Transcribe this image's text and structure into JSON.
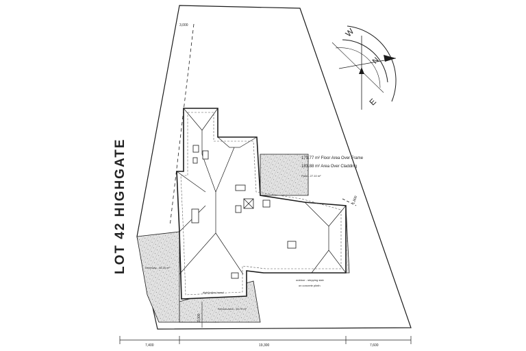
{
  "street_label": "LOT 42 HIGHGATE",
  "areas": {
    "floor_area_frame": "179.77 m² Floor Area Over Frame",
    "area_cladding": "183.88 m² Area Over Cladding",
    "patio": "Patio - 27.10 m²",
    "driveway": "Driveway - 46.20 m²",
    "service_area": "Service Area - 35.70 m²",
    "distribution_board": "distribution board",
    "concrete_note_1": "outdoor - stepping slab",
    "concrete_note_2": "on concrete plinth"
  },
  "dimensions": {
    "bottom_left": "7,400",
    "bottom_mid": "19,300",
    "bottom_right": "7,600",
    "top_setback": "3,000",
    "right_setback": "1,800",
    "bottom_setback": "3,000"
  },
  "compass": {
    "labels": [
      "W",
      "N",
      "E"
    ]
  },
  "colors": {
    "line": "#1a1a1a",
    "hatch": "#9a9a9a",
    "paving_fill": "#dcdcdc"
  }
}
